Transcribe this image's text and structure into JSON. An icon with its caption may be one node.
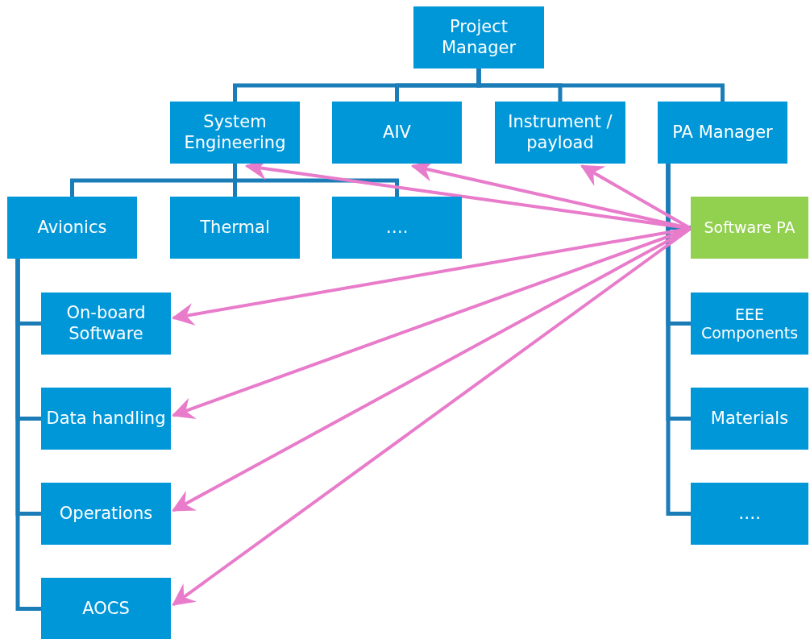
{
  "diagram": {
    "nodes": [
      {
        "text": [
          "Project Manager"
        ]
      },
      {
        "text": [
          "System Engineering"
        ]
      },
      {
        "text": [
          "AIV"
        ]
      },
      {
        "text": [
          "Instrument / payload"
        ]
      },
      {
        "text": [
          "PA Manager"
        ]
      },
      {
        "text": [
          "Avionics"
        ]
      },
      {
        "text": [
          "Thermal"
        ]
      },
      {
        "text": [
          "…."
        ]
      },
      {
        "text": [
          "Software PA"
        ]
      },
      {
        "text": [
          "On-board Software"
        ]
      },
      {
        "text": [
          "Data handling"
        ]
      },
      {
        "text": [
          "Operations"
        ]
      },
      {
        "text": [
          "AOCS"
        ]
      },
      {
        "text": [
          "EEE Components"
        ]
      },
      {
        "text": [
          "Materials"
        ]
      },
      {
        "text": [
          "…."
        ]
      }
    ],
    "edges": [
      {
        "from": 0,
        "to": 1,
        "arrow": "none"
      },
      {
        "from": 0,
        "to": 2,
        "arrow": "none"
      },
      {
        "from": 0,
        "to": 3,
        "arrow": "none"
      },
      {
        "from": 0,
        "to": 4,
        "arrow": "none"
      },
      {
        "from": 1,
        "to": 5,
        "arrow": "none"
      },
      {
        "from": 1,
        "to": 6,
        "arrow": "none"
      },
      {
        "from": 1,
        "to": 7,
        "arrow": "none"
      },
      {
        "from": 5,
        "to": 9,
        "arrow": "none"
      },
      {
        "from": 5,
        "to": 10,
        "arrow": "none"
      },
      {
        "from": 5,
        "to": 11,
        "arrow": "none"
      },
      {
        "from": 5,
        "to": 12,
        "arrow": "none"
      },
      {
        "from": 4,
        "to": 8,
        "arrow": "none"
      },
      {
        "from": 4,
        "to": 13,
        "arrow": "none"
      },
      {
        "from": 4,
        "to": 14,
        "arrow": "none"
      },
      {
        "from": 4,
        "to": 15,
        "arrow": "none"
      },
      {
        "from": 8,
        "to": 1,
        "arrow": "to",
        "color": "#e87ccb"
      },
      {
        "from": 8,
        "to": 2,
        "arrow": "to",
        "color": "#e87ccb"
      },
      {
        "from": 8,
        "to": 3,
        "arrow": "to",
        "color": "#e87ccb"
      },
      {
        "from": 8,
        "to": 9,
        "arrow": "to",
        "color": "#e87ccb"
      },
      {
        "from": 8,
        "to": 10,
        "arrow": "to",
        "color": "#e87ccb"
      },
      {
        "from": 8,
        "to": 11,
        "arrow": "to",
        "color": "#e87ccb"
      },
      {
        "from": 8,
        "to": 12,
        "arrow": "to",
        "color": "#e87ccb"
      }
    ]
  }
}
